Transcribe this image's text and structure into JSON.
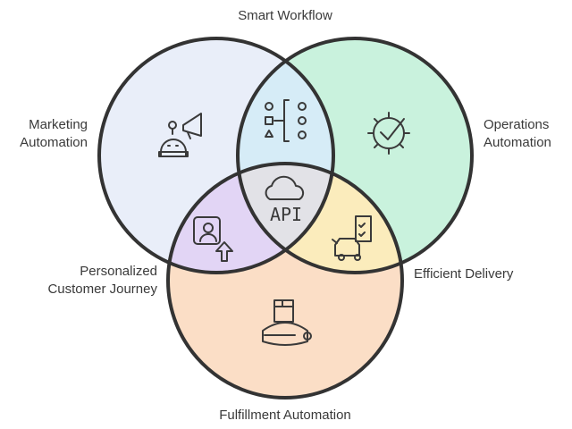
{
  "title": "Smart Workflow",
  "sets": {
    "marketing": {
      "line1": "Marketing",
      "line2": "Automation",
      "color": "#e9eef9",
      "icon": "robot-megaphone-icon"
    },
    "operations": {
      "line1": "Operations",
      "line2": "Automation",
      "color": "#c9f2dd",
      "icon": "gear-check-icon"
    },
    "fulfillment": {
      "label": "Fulfillment Automation",
      "color": "#fbdec6",
      "icon": "delivery-robot-box-icon"
    }
  },
  "intersections": {
    "marketing_operations": {
      "label": "Smart Workflow",
      "color": "#d6ecf7",
      "icon": "workflow-shapes-icon"
    },
    "marketing_fulfillment": {
      "line1": "Personalized",
      "line2": "Customer Journey",
      "color": "#e2d5f5",
      "icon": "user-upload-icon"
    },
    "operations_fulfillment": {
      "label": "Efficient Delivery",
      "color": "#fbecbc",
      "icon": "car-checklist-icon"
    },
    "center": {
      "label": "API",
      "color": "#e2e2e7",
      "icon": "cloud-icon"
    }
  },
  "stroke_color": "#333333"
}
